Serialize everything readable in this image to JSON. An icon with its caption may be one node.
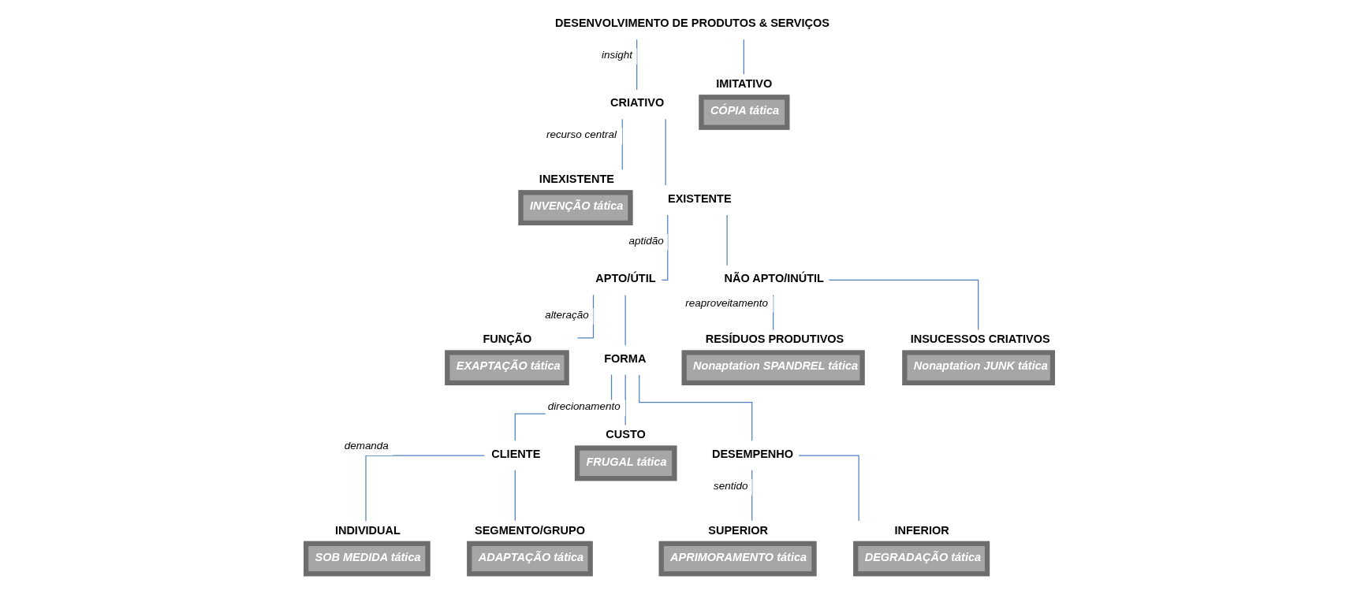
{
  "diagram": {
    "nodes": [
      {
        "text": [
          "DESENVOLVIMENTO DE PRODUTOS & SERVIÇOS"
        ]
      },
      {
        "text": [
          "CRIATIVO"
        ]
      },
      {
        "text": [
          "IMITATIVO",
          "CÓPIA tática"
        ]
      },
      {
        "text": [
          "INEXISTENTE",
          "INVENÇÃO tática"
        ]
      },
      {
        "text": [
          "EXISTENTE"
        ]
      },
      {
        "text": [
          "APTO/ÚTIL"
        ]
      },
      {
        "text": [
          "NÃO APTO/INÚTIL"
        ]
      },
      {
        "text": [
          "FUNÇÃO",
          "EXAPTAÇÃO tática"
        ]
      },
      {
        "text": [
          "FORMA"
        ]
      },
      {
        "text": [
          "RESÍDUOS PRODUTIVOS",
          "Nonaptation SPANDREL tática"
        ]
      },
      {
        "text": [
          "INSUCESSOS CRIATIVOS",
          "Nonaptation JUNK tática"
        ]
      },
      {
        "text": [
          "CLIENTE"
        ]
      },
      {
        "text": [
          "CUSTO",
          "FRUGAL tática"
        ]
      },
      {
        "text": [
          "DESEMPENHO"
        ]
      },
      {
        "text": [
          "INDIVIDUAL",
          "SOB MEDIDA tática"
        ]
      },
      {
        "text": [
          "SEGMENTO/GRUPO",
          "ADAPTAÇÃO tática"
        ]
      },
      {
        "text": [
          "SUPERIOR",
          "APRIMORAMENTO tática"
        ]
      },
      {
        "text": [
          "INFERIOR",
          "DEGRADAÇÃO tática"
        ]
      }
    ],
    "edges": [
      {
        "from": 0,
        "to": 1,
        "arrow": "none",
        "label": "insight"
      },
      {
        "from": 0,
        "to": 2,
        "arrow": "none"
      },
      {
        "from": 1,
        "to": 3,
        "arrow": "none",
        "label": "recurso central"
      },
      {
        "from": 1,
        "to": 4,
        "arrow": "none"
      },
      {
        "from": 4,
        "to": 5,
        "arrow": "none",
        "label": "aptidão"
      },
      {
        "from": 4,
        "to": 6,
        "arrow": "none"
      },
      {
        "from": 5,
        "to": 7,
        "arrow": "none",
        "label": "alteração"
      },
      {
        "from": 5,
        "to": 8,
        "arrow": "none"
      },
      {
        "from": 6,
        "to": 9,
        "arrow": "none",
        "label": "reaproveitamento"
      },
      {
        "from": 6,
        "to": 10,
        "arrow": "none"
      },
      {
        "from": 8,
        "to": 11,
        "arrow": "none"
      },
      {
        "from": 8,
        "to": 12,
        "arrow": "none",
        "label": "direcionamento"
      },
      {
        "from": 8,
        "to": 13,
        "arrow": "none"
      },
      {
        "from": 11,
        "to": 14,
        "arrow": "none",
        "label": "demanda"
      },
      {
        "from": 11,
        "to": 15,
        "arrow": "none"
      },
      {
        "from": 13,
        "to": 16,
        "arrow": "none",
        "label": "sentido"
      },
      {
        "from": 13,
        "to": 17,
        "arrow": "none"
      }
    ]
  }
}
